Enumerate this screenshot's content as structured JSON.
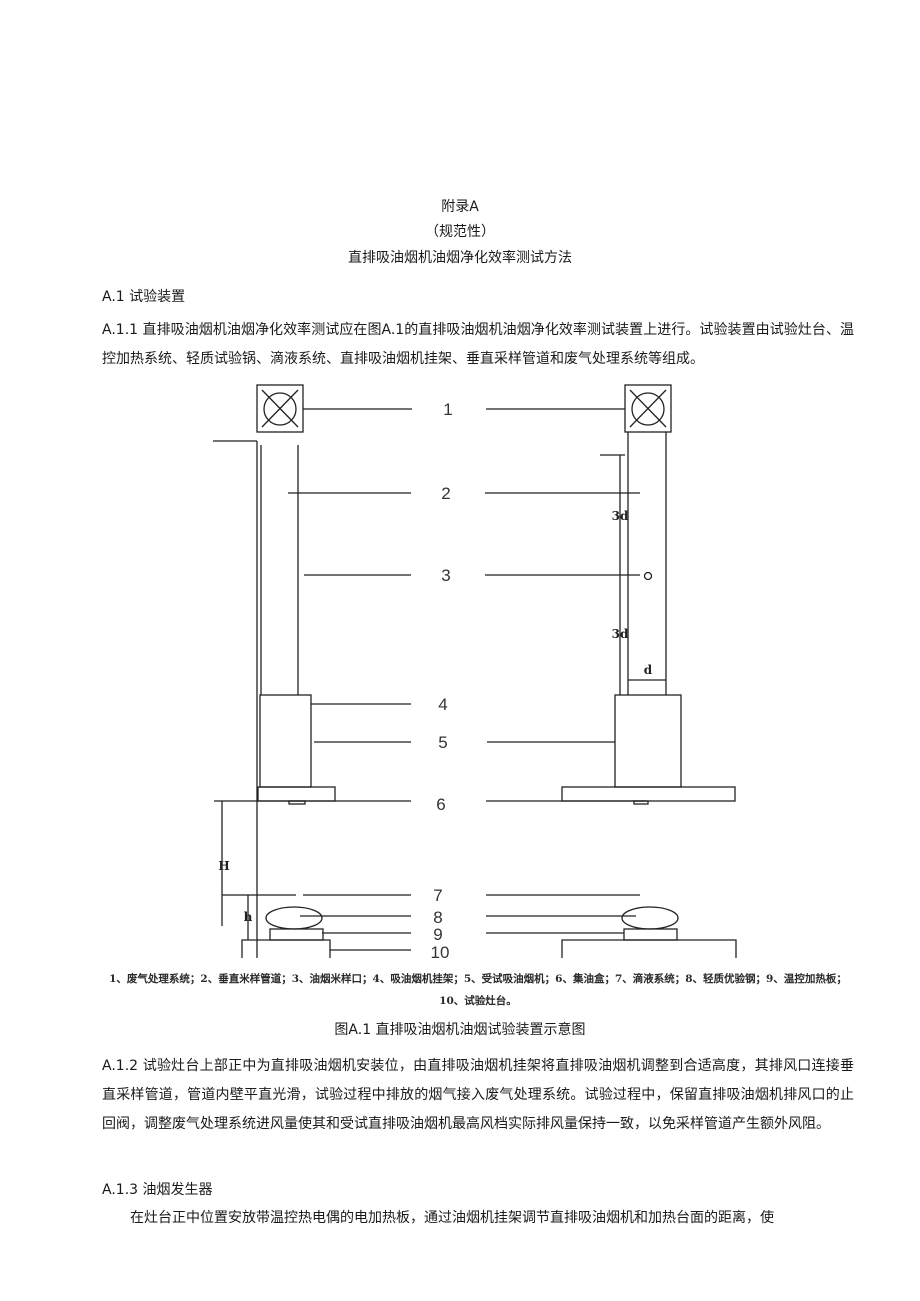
{
  "appendix": {
    "title": "附录A",
    "nature": "（规范性）",
    "subtitle": "直排吸油烟机油烟净化效率测试方法"
  },
  "section_a1": {
    "heading": "A.1 试验装置"
  },
  "para_a11": "A.1.1 直排吸油烟机油烟净化效率测试应在图A.1的直排吸油烟机油烟净化效率测试装置上进行。试验装置由试验灶台、温控加热系统、轻质试验锅、滴液系统、直排吸油烟机挂架、垂直采样管道和废气处理系统等组成。",
  "figure": {
    "numbers": [
      "1",
      "2",
      "3",
      "4",
      "5",
      "6",
      "7",
      "8",
      "9",
      "10"
    ],
    "dims": {
      "d_top": "3d",
      "d_bottom": "3d",
      "d_width": "d",
      "H": "H",
      "h": "h"
    },
    "legend": "1、废气处理系统；2、垂直米样管道；3、油烟米样口；4、吸油烟机挂架；5、受试吸油烟机；6、集油盒；7、滴液系统；8、轻质优验钢；9、温控加热板；10、试验灶台。",
    "caption": "图A.1 直排吸油烟机油烟试验装置示意图"
  },
  "para_a12": "A.1.2 试验灶台上部正中为直排吸油烟机安装位，由直排吸油烟机挂架将直排吸油烟机调整到合适高度，其排风口连接垂直采样管道，管道内壁平直光滑，试验过程中排放的烟气接入废气处理系统。试验过程中，保留直排吸油烟机排风口的止回阀，调整废气处理系统进风量使其和受试直排吸油烟机最高风档实际排风量保持一致，以免采样管道产生额外风阻。",
  "section_a13": {
    "heading": "A.1.3 油烟发生器"
  },
  "para_a13": "在灶台正中位置安放带温控热电偶的电加热板，通过油烟机挂架调节直排吸油烟机和加热台面的距离，使"
}
